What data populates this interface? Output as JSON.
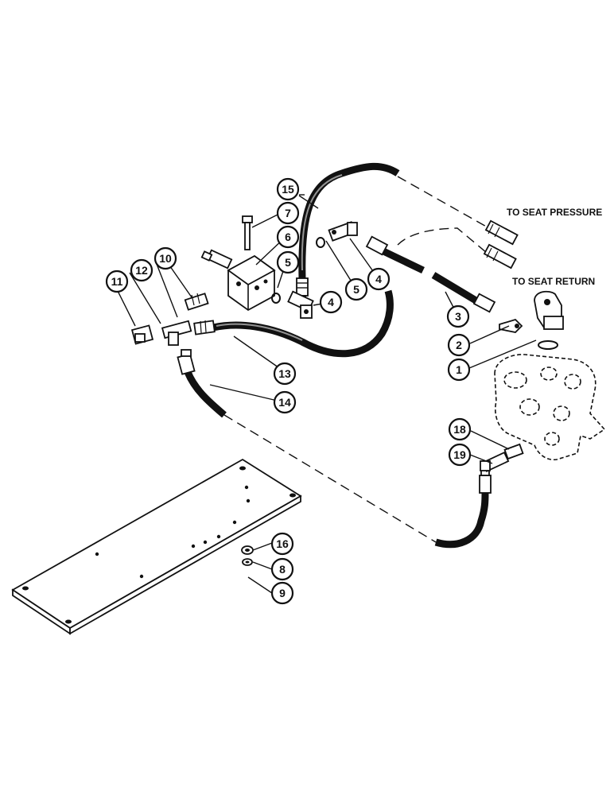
{
  "labels": {
    "to_seat_pressure": "TO SEAT PRESSURE",
    "to_seat_return": "TO SEAT RETURN"
  },
  "callouts": [
    "1",
    "2",
    "3",
    "4",
    "4",
    "5",
    "5",
    "6",
    "7",
    "8",
    "9",
    "10",
    "11",
    "12",
    "13",
    "14",
    "15",
    "16",
    "18",
    "19"
  ]
}
